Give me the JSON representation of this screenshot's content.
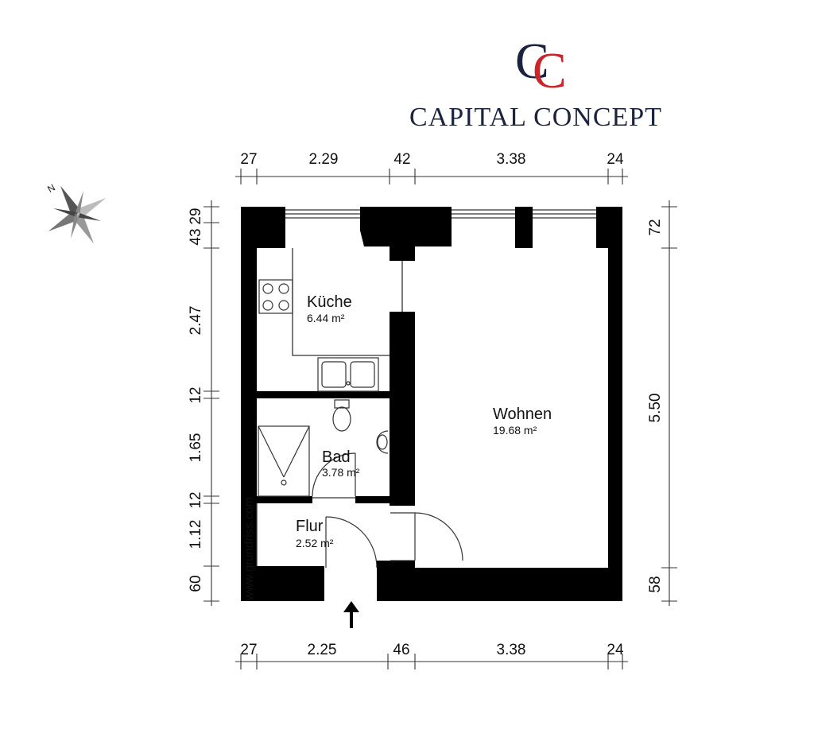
{
  "brand": {
    "name": "CAPITAL CONCEPT",
    "logo_letters": "CC",
    "colors": {
      "navy": "#1c2340",
      "red": "#c8262a"
    }
  },
  "watermark": "www.grundriss.com",
  "compass": {
    "north_label": "N"
  },
  "rooms": [
    {
      "id": "kueche",
      "name": "Küche",
      "area": "6.44 m²"
    },
    {
      "id": "wohnen",
      "name": "Wohnen",
      "area": "19.68 m²"
    },
    {
      "id": "bad",
      "name": "Bad",
      "area": "3.78 m²"
    },
    {
      "id": "flur",
      "name": "Flur",
      "area": "2.52 m²"
    }
  ],
  "dimensions": {
    "top": [
      "27",
      "2.29",
      "42",
      "3.38",
      "24"
    ],
    "bottom": [
      "27",
      "2.25",
      "46",
      "3.38",
      "24"
    ],
    "left": [
      "43",
      "29",
      "2.47",
      "12",
      "1.65",
      "12",
      "1.12",
      "60"
    ],
    "right": [
      "72",
      "5.50",
      "58"
    ]
  },
  "colors": {
    "wall": "#000000",
    "line": "#333333"
  }
}
